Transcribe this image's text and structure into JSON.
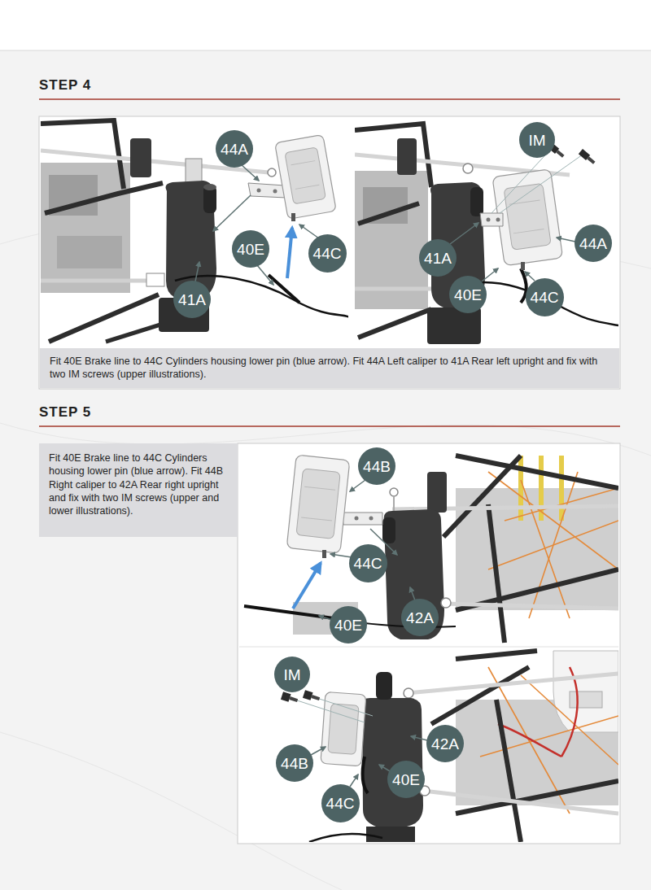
{
  "diagram": {
    "nodes": [
      {
        "text": [
          "44A"
        ]
      },
      {
        "text": [
          "40E"
        ]
      },
      {
        "text": [
          "44C"
        ]
      },
      {
        "text": [
          "41A"
        ]
      },
      {
        "text": [
          "IM"
        ]
      },
      {
        "text": [
          "41A"
        ]
      },
      {
        "text": [
          "44A"
        ]
      },
      {
        "text": [
          "40E"
        ]
      },
      {
        "text": [
          "44C"
        ]
      },
      {
        "text": [
          "Fit 40E Brake line to 44C Cylinders housing lower pin (blue arrow). Fit 44A Left caliper to 41A Rear left upright and fix with two IM screws (upper illustrations)."
        ]
      },
      {
        "text": [
          "Fit 40E Brake line to 44C Cylinders housing lower pin (blue arrow). Fit 44B Right caliper to 42A Rear right upright and fix with two IM screws (upper and lower illustrations)."
        ]
      },
      {
        "text": [
          "44B"
        ]
      },
      {
        "text": [
          "44C"
        ]
      },
      {
        "text": [
          "42A"
        ]
      },
      {
        "text": [
          "40E"
        ]
      },
      {
        "text": [
          "IM"
        ]
      },
      {
        "text": [
          "42A"
        ]
      },
      {
        "text": [
          "44B"
        ]
      },
      {
        "text": [
          "40E"
        ]
      },
      {
        "text": [
          "44C"
        ]
      }
    ],
    "labels": [
      "STEP 4",
      "STEP 5"
    ]
  }
}
